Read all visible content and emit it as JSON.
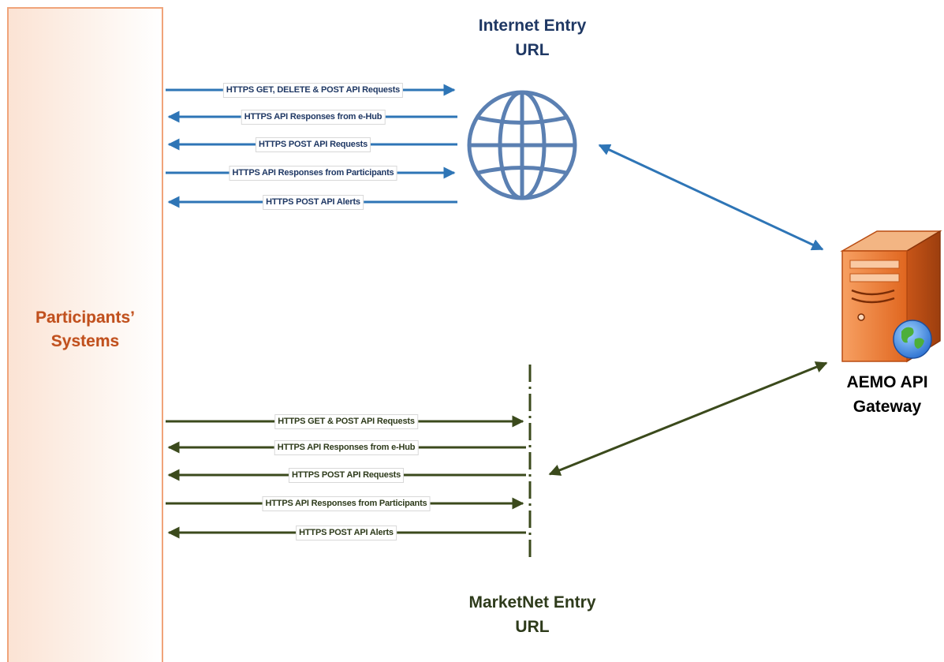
{
  "participants": {
    "label_line1": "Participants’",
    "label_line2": "Systems"
  },
  "internet": {
    "title_line1": "Internet Entry",
    "title_line2": "URL",
    "flows": [
      {
        "label": "HTTPS GET, DELETE & POST API Requests",
        "direction": "to-right"
      },
      {
        "label": "HTTPS API Responses from e-Hub",
        "direction": "to-left"
      },
      {
        "label": "HTTPS POST API Requests",
        "direction": "to-left"
      },
      {
        "label": "HTTPS API Responses from Participants",
        "direction": "to-right"
      },
      {
        "label": "HTTPS POST API Alerts",
        "direction": "to-left"
      }
    ]
  },
  "marketnet": {
    "title_line1": "MarketNet Entry",
    "title_line2": "URL",
    "flows": [
      {
        "label": "HTTPS GET & POST API Requests",
        "direction": "to-right"
      },
      {
        "label": "HTTPS API Responses from e-Hub",
        "direction": "to-left"
      },
      {
        "label": "HTTPS POST API Requests",
        "direction": "to-left"
      },
      {
        "label": "HTTPS API Responses from Participants",
        "direction": "to-right"
      },
      {
        "label": "HTTPS POST API Alerts",
        "direction": "to-left"
      }
    ]
  },
  "gateway": {
    "title_line1": "AEMO API",
    "title_line2": "Gateway",
    "icon": "server-globe-icon"
  },
  "colors": {
    "internet": "#2e75b6",
    "marketnet": "#3b4a1c",
    "participants_border": "#f0a47a",
    "participants_text": "#c0501e",
    "globe": "#5b80b2",
    "server": "#e8702a"
  }
}
